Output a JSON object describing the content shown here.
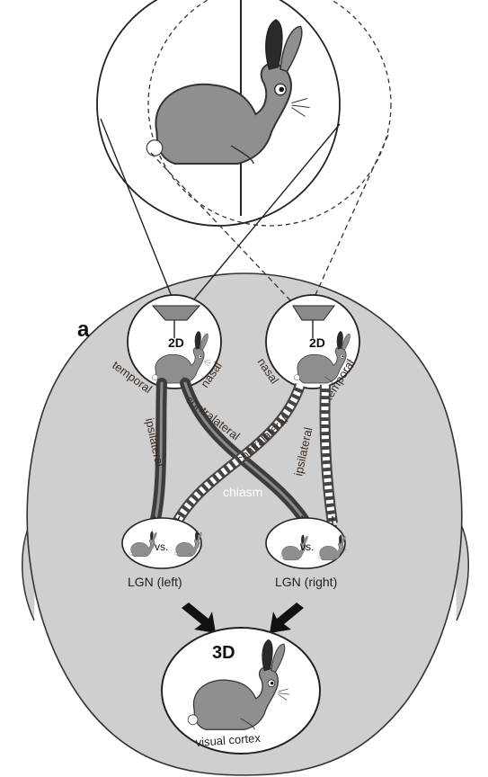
{
  "panel_letter": "a",
  "eyes": {
    "left_image_label": "2D",
    "right_image_label": "2D"
  },
  "paths": {
    "left_temporal": "temporal",
    "left_nasal": "nasal",
    "right_nasal": "nasal",
    "right_temporal": "temporal",
    "left_ipsilateral": "ipsilateral",
    "left_contralateral": "contralateral",
    "right_contralateral": "contralateral",
    "right_ipsilateral": "ipsilateral",
    "chiasm": "chiasm"
  },
  "lgn": {
    "left_label": "LGN (left)",
    "right_label": "LGN (right)",
    "left_vs": "vs.",
    "right_vs": "vs."
  },
  "cortex": {
    "image_label": "3D",
    "label": "visual cortex"
  },
  "colors": {
    "head_fill": "#cfcfcf",
    "rabbit_fill": "#8f8f8f",
    "fiber_dark": "#3c3c3c",
    "ear_dark": "#2a2a2a"
  }
}
